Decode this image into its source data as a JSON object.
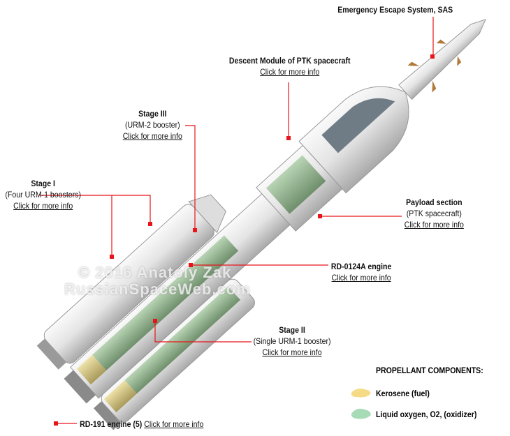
{
  "labels": {
    "sas": {
      "title": "Emergency Escape System, SAS"
    },
    "descent": {
      "title": "Descent Module of PTK spacecraft",
      "link": "Click for more info"
    },
    "stage3": {
      "title": "Stage III",
      "sub": "(URM-2 booster)",
      "link": "Click for more info"
    },
    "stage1": {
      "title": "Stage I",
      "sub": "(Four URM-1 boosters)",
      "link": "Click for more info"
    },
    "payload": {
      "title": "Payload section",
      "sub": "(PTK spacecraft)",
      "link": "Click for more info"
    },
    "rd0124": {
      "title": "RD-0124A engine",
      "link": "Click for more info"
    },
    "stage2": {
      "title": "Stage II",
      "sub": "(Single URM-1 booster)",
      "link": "Click for more info"
    },
    "rd191": {
      "title": "RD-191 engine (5)",
      "link": "Click for more info"
    }
  },
  "legend": {
    "title": "PROPELLANT COMPONENTS:",
    "items": [
      {
        "label": "Kerosene (fuel)",
        "color": "#f5db86"
      },
      {
        "label": "Liquid oxygen, O2, (oxidizer)",
        "color": "#a6dbb6"
      }
    ]
  },
  "watermark": {
    "line1": "© 2016 Anatoly Zak",
    "line2": "RussianSpaceWeb.com"
  },
  "colors": {
    "leader": "#e8141b",
    "body": "#e6e6e6",
    "lox": "#9fc7a3",
    "kerosene": "#e8dca0"
  }
}
